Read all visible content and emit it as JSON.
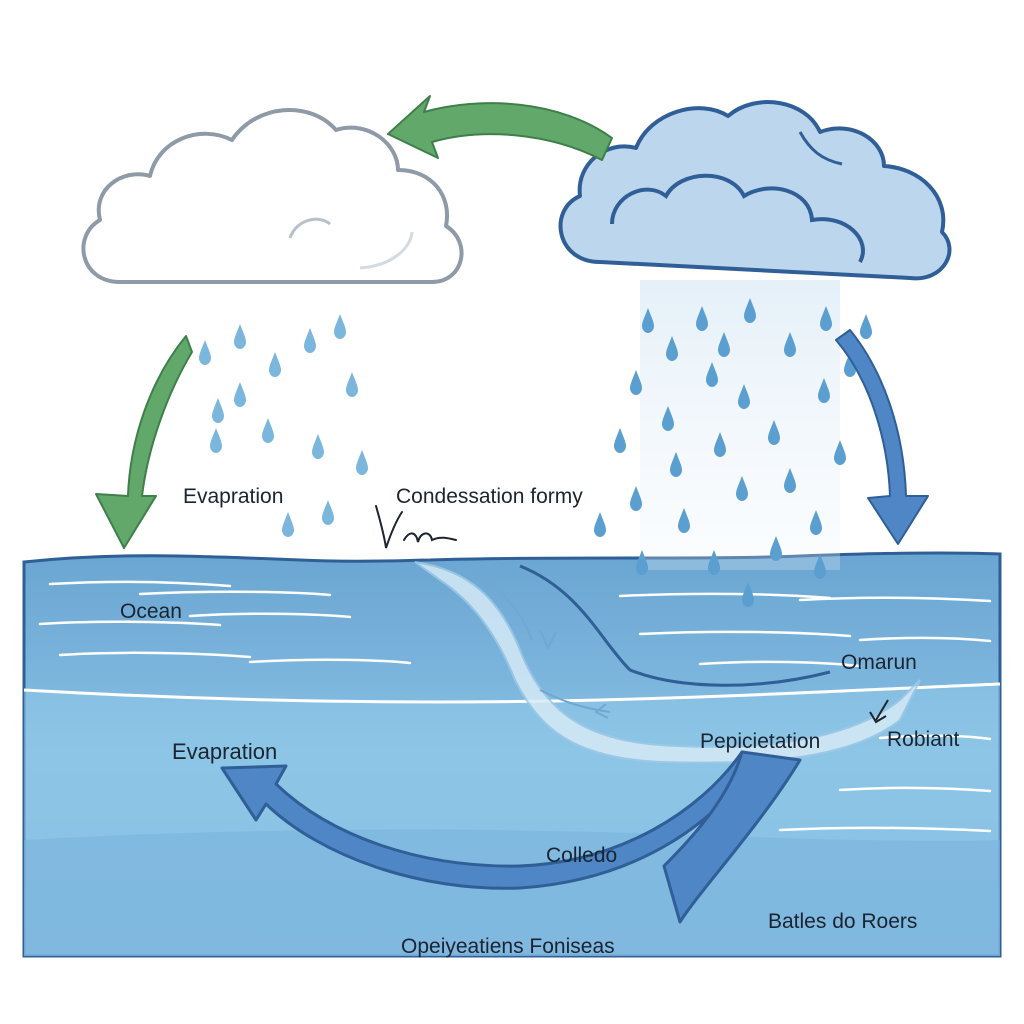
{
  "colors": {
    "sky": "#ffffff",
    "ocean_top": "#6fa9d3",
    "ocean_mid": "#8cc3e4",
    "ocean_deep": "#7fb7de",
    "wave_line": "#ffffff",
    "cloud_white_fill": "#ffffff",
    "cloud_white_stroke": "#8e9aa8",
    "cloud_storm_fill": "#bcd6ee",
    "cloud_storm_stroke": "#2f5f96",
    "rain_drop": "#6aaed6",
    "arrow_green": "#62a86a",
    "arrow_blue": "#4f86c6",
    "stream": "#cfe6f4"
  },
  "icons": [
    "white-cloud-icon",
    "storm-cloud-icon",
    "raindrop-icon",
    "green-arrow-icon",
    "blue-arrow-icon"
  ],
  "labels": {
    "evaporation_top": "Evapration",
    "condensation": "Condessation formy",
    "scribble": "Vm",
    "ocean": "Ocean",
    "omarun": "Omarun",
    "precipitation": "Pepicietation",
    "robiant": "Robiant",
    "evaporation_bottom": "Evapration",
    "collected": "Colledo",
    "rivers": "Batles do Roers",
    "bottom_caption": "Opeiyeatiens Foniseas"
  }
}
